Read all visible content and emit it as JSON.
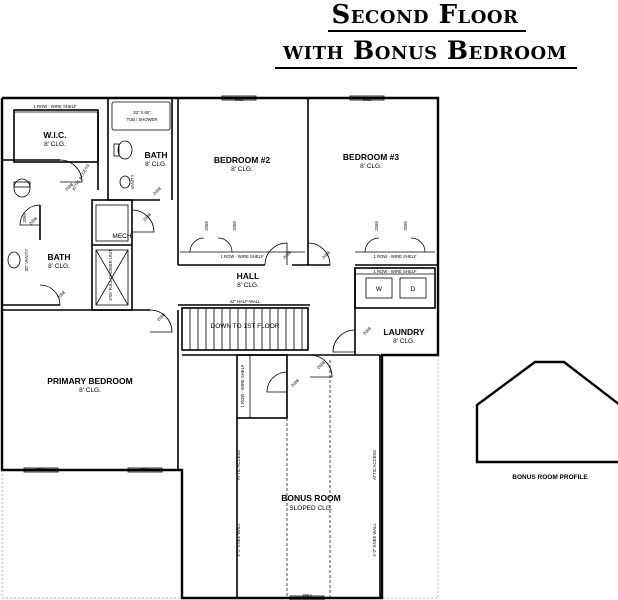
{
  "title": {
    "line1": "Second Floor",
    "line2": "with Bonus Bedroom"
  },
  "rooms": {
    "wic": {
      "name": "W.I.C.",
      "clg": "8' CLG."
    },
    "bath1": {
      "name": "BATH",
      "clg": "8' CLG."
    },
    "bath2": {
      "name": "BATH",
      "clg": "8' CLG."
    },
    "bed2": {
      "name": "BEDROOM #2",
      "clg": "8' CLG."
    },
    "bed3": {
      "name": "BEDROOM #3",
      "clg": "8' CLG."
    },
    "hall": {
      "name": "HALL",
      "clg": "8' CLG."
    },
    "laundry": {
      "name": "LAUNDRY",
      "clg": "8' CLG."
    },
    "primary": {
      "name": "PRIMARY BEDROOM",
      "clg": "8' CLG."
    },
    "bonus": {
      "name": "BONUS ROOM",
      "clg": "SLOPED CLG."
    },
    "mech": {
      "name": "MECH"
    }
  },
  "labels": {
    "shelf_top": "1 ROW - WIRE SHELF",
    "shelf_bed2": "1 ROW - WIRE SHELF",
    "shelf_bed3": "1 ROW - WIRE SHELF",
    "shelf_laundry": "1 ROW - WIRE SHELF",
    "shelf_bonus": "1 ROW - WIRE SHELF",
    "tub": "32\" X 60\"",
    "tub2": "TUB / SHOWER",
    "shower": "3'X5' FULL SHOWER UNIT",
    "vanity": "30\" VANITY",
    "vanity2": "VANITY",
    "attic_access": "ATTIC ACCESS",
    "attic_left": "ATTIC ACCESS",
    "attic_right": "ATTIC ACCESS",
    "half_wall": "42\" HALF-WALL",
    "down": "DOWN TO 1ST FLOOR",
    "knee_left": "4'-2\" KNEE WALL",
    "knee_right": "4'-2\" KNEE WALL",
    "washer": "W",
    "dryer": "D",
    "profile": "BONUS ROOM PROFILE",
    "d1": "2068",
    "d2": "2068",
    "d3": "2068",
    "d4": "2068",
    "d5": "2068",
    "d6": "2068",
    "d7": "2068",
    "d8": "2068",
    "d9": "2068",
    "d10": "2068",
    "d11": "2068",
    "d12": "2068",
    "d13": "2068",
    "d14": "2068",
    "d15": "2068",
    "d16": "2068",
    "w1": "3052",
    "w2": "3052",
    "w3": "3052",
    "w4": "3052",
    "w5": "3052"
  }
}
